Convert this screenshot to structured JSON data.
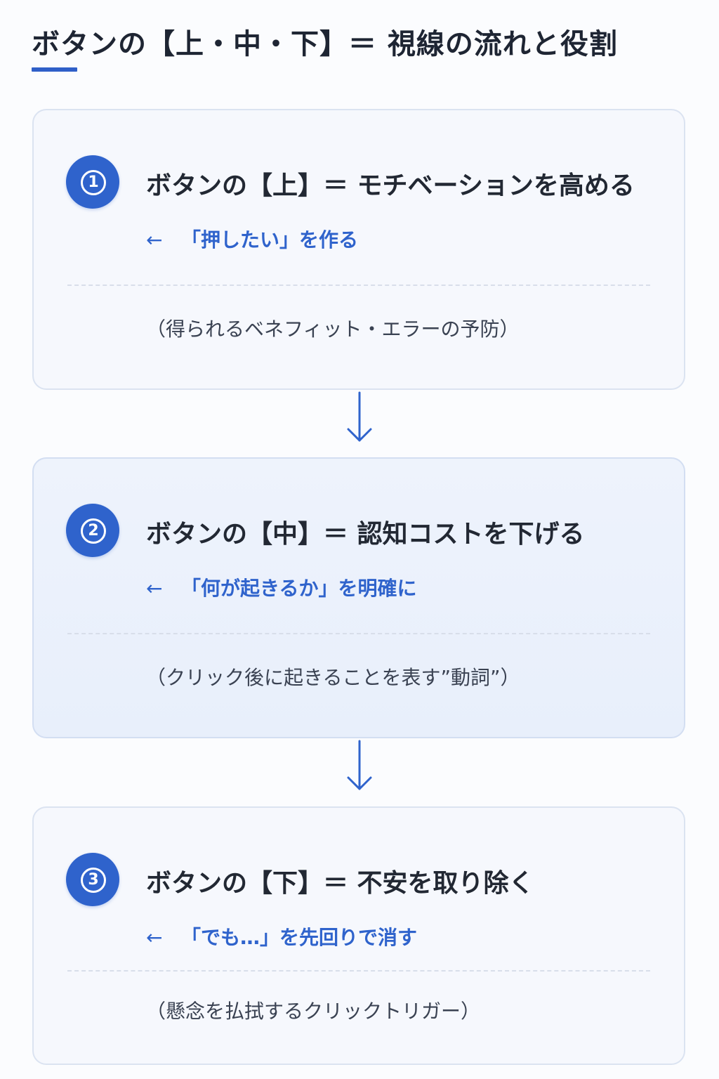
{
  "header": {
    "title": "ボタンの【上・中・下】＝ 視線の流れと役割"
  },
  "colors": {
    "accent": "#2f63cc",
    "heading_text": "#222833",
    "note_text": "#3a4252",
    "card_border": "#dbe3f1"
  },
  "flow_arrow_icon": "arrow-down",
  "steps": [
    {
      "number": "1",
      "heading": "ボタンの【上】＝ モチベーションを高める",
      "arrow": "←",
      "sub": "「押したい」を作る",
      "note": "（得られるベネフィット・エラーの予防）"
    },
    {
      "number": "2",
      "heading": "ボタンの【中】＝ 認知コストを下げる",
      "arrow": "←",
      "sub": "「何が起きるか」を明確に",
      "note": "（クリック後に起きることを表す”動詞”）"
    },
    {
      "number": "3",
      "heading": "ボタンの【下】＝ 不安を取り除く",
      "arrow": "←",
      "sub": "「でも…」を先回りで消す",
      "note": "（懸念を払拭するクリックトリガー）"
    }
  ]
}
